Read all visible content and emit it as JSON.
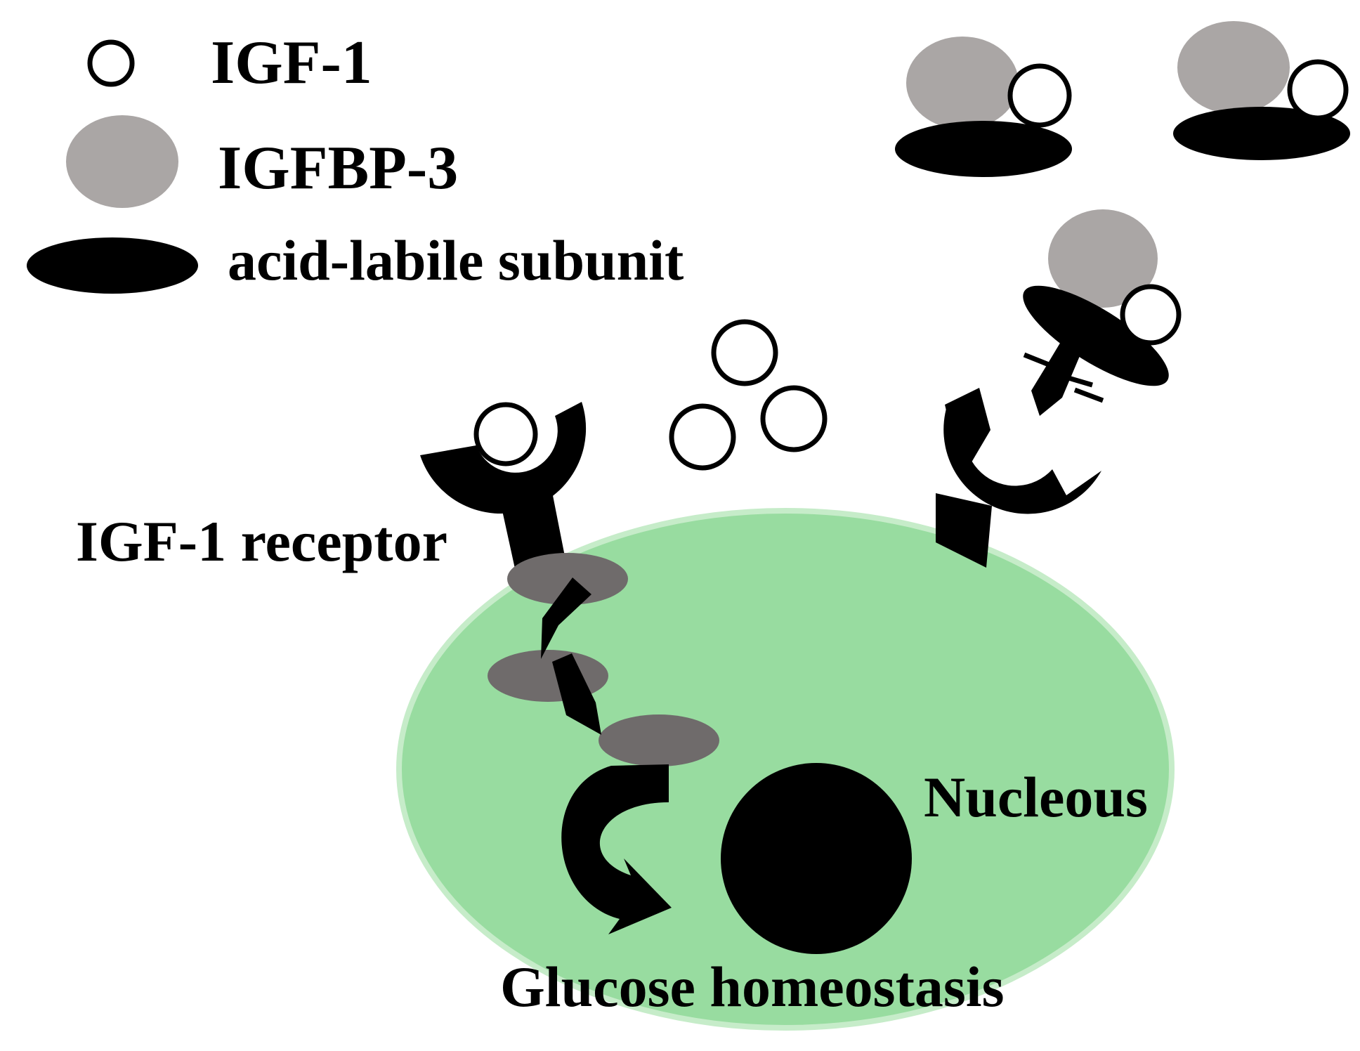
{
  "legend": {
    "igf1": "IGF-1",
    "igfbp3": "IGFBP-3",
    "als": "acid-labile subunit"
  },
  "labels": {
    "receptor": "IGF-1 receptor",
    "nucleus": "Nucleous",
    "outcome": "Glucose homeostasis"
  },
  "colors": {
    "cell": "#98dca0",
    "cell_edge": "#c6ecc9",
    "igfbp3": "#aaa6a5",
    "signal_node": "#6f6b6b",
    "als": "#000000",
    "igf1_fill": "#ffffff",
    "igf1_stroke": "#000000"
  }
}
